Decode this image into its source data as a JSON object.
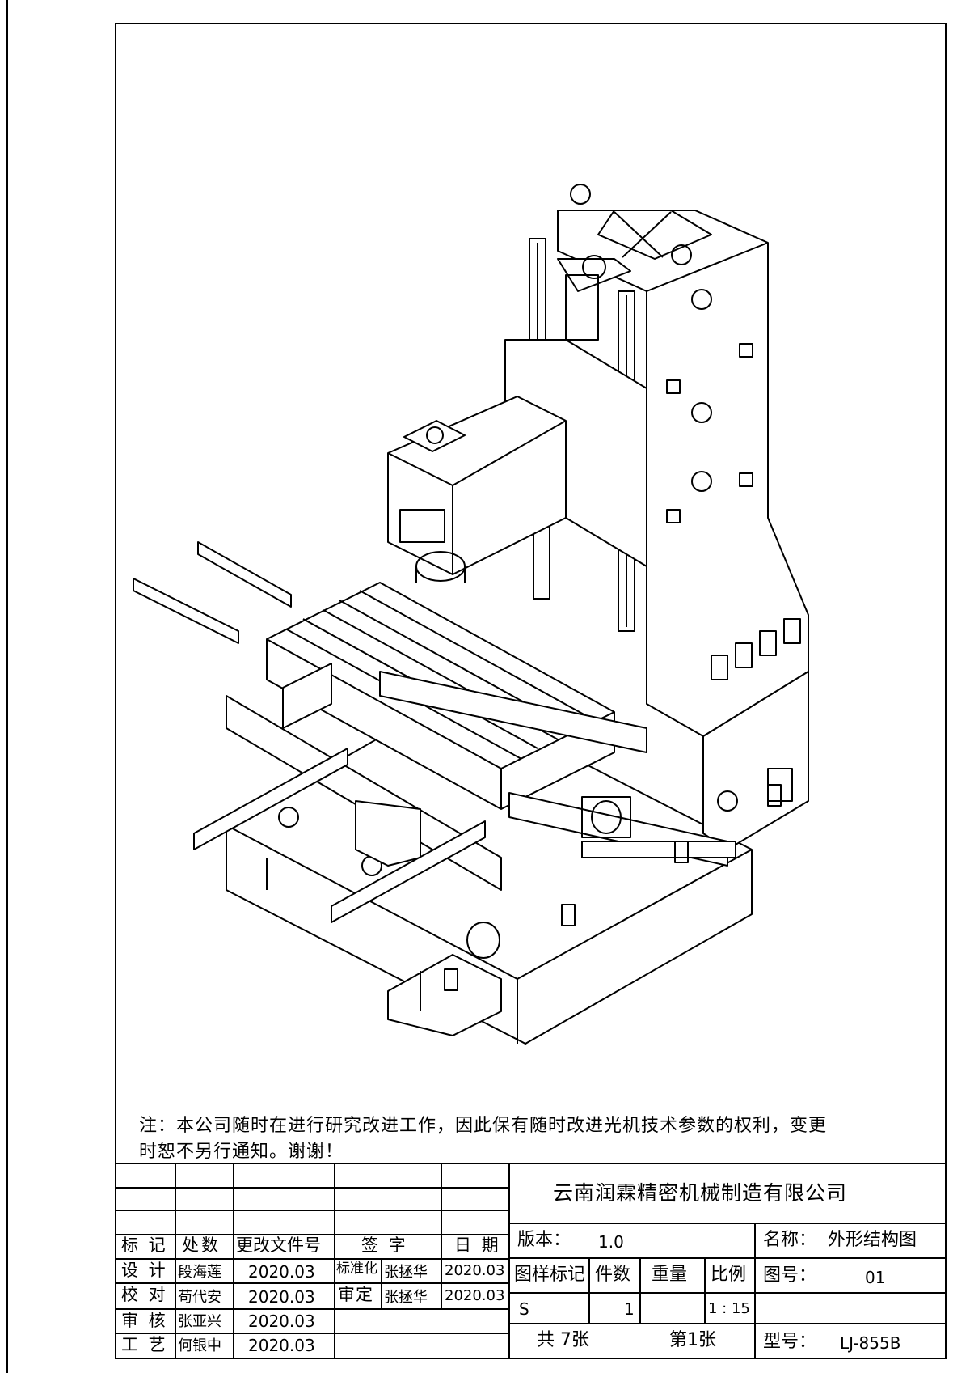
{
  "note": {
    "line1": "注：本公司随时在进行研究改进工作，因此保有随时改进光机技术参数的权利，变更",
    "line2": "时恕不另行通知。谢谢！"
  },
  "title_block": {
    "company": "云南润霖精密机械制造有限公司",
    "revision_header": {
      "mark": "标 记",
      "location_count": "处数",
      "change_doc_no": "更改文件号",
      "signature": "签 字",
      "date": "日 期"
    },
    "approvals": [
      {
        "role": "设 计",
        "name": "段海莲",
        "date": "2020.03"
      },
      {
        "role": "校 对",
        "name": "苟代安",
        "date": "2020.03"
      },
      {
        "role": "审 核",
        "name": "张亚兴",
        "date": "2020.03"
      },
      {
        "role": "工 艺",
        "name": "何银中",
        "date": "2020.03"
      }
    ],
    "standardization": {
      "label": "标准化",
      "name": "张拯华",
      "date": "2020.03"
    },
    "approval": {
      "label": "审定",
      "name": "张拯华",
      "date": "2020.03"
    },
    "version_label": "版本：",
    "version_value": "1.0",
    "props_header": {
      "sample_mark": "图样标记",
      "quantity": "件数",
      "weight": "重量",
      "scale": "比例"
    },
    "props_values": {
      "sample_mark": "S",
      "quantity": "1",
      "weight": "",
      "scale": "1 : 15"
    },
    "sheets_total": "共 7张",
    "sheet_number": "第1张",
    "name_label": "名称：",
    "name_value": "外形结构图",
    "drawing_no_label": "图号：",
    "drawing_no_value": "01",
    "model_label": "型号：",
    "model_value": "LJ-855B"
  }
}
